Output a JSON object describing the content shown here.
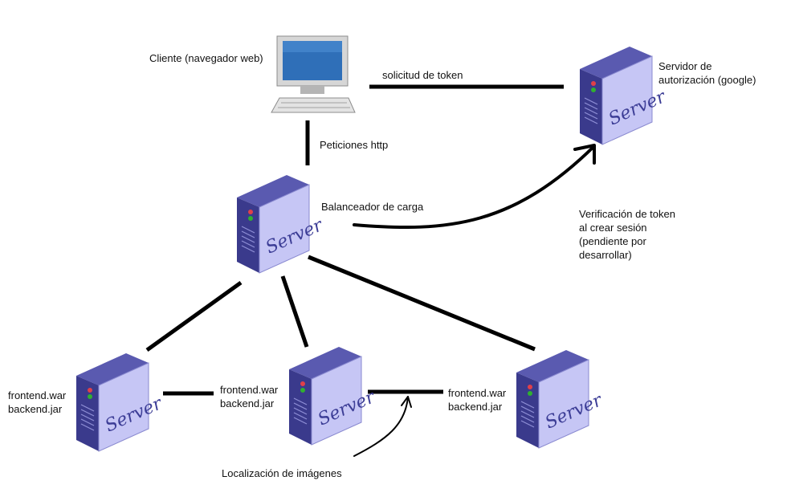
{
  "labels": {
    "client": "Cliente (navegador web)",
    "token_request": "solicitud de token",
    "auth_server": [
      "Servidor de",
      "autorización (google)"
    ],
    "http_requests": "Peticiones http",
    "load_balancer": "Balanceador de carga",
    "token_verification": [
      "Verificación de token",
      "al crear sesión",
      "(pendiente por",
      "desarrollar)"
    ],
    "node_left": [
      "frontend.war",
      "backend.jar"
    ],
    "node_middle": [
      "frontend.war",
      "backend.jar"
    ],
    "node_right": [
      "frontend.war",
      "backend.jar"
    ],
    "image_location": "Localización de imágenes"
  },
  "server_word": "Server",
  "colors": {
    "server_front": "#c6c6f5",
    "server_top": "#5a5ab0",
    "server_side": "#3a3a8c",
    "led_red": "#e0404a",
    "led_green": "#30b030",
    "monitor_screen": "#2f6fb8",
    "line": "#000000"
  }
}
